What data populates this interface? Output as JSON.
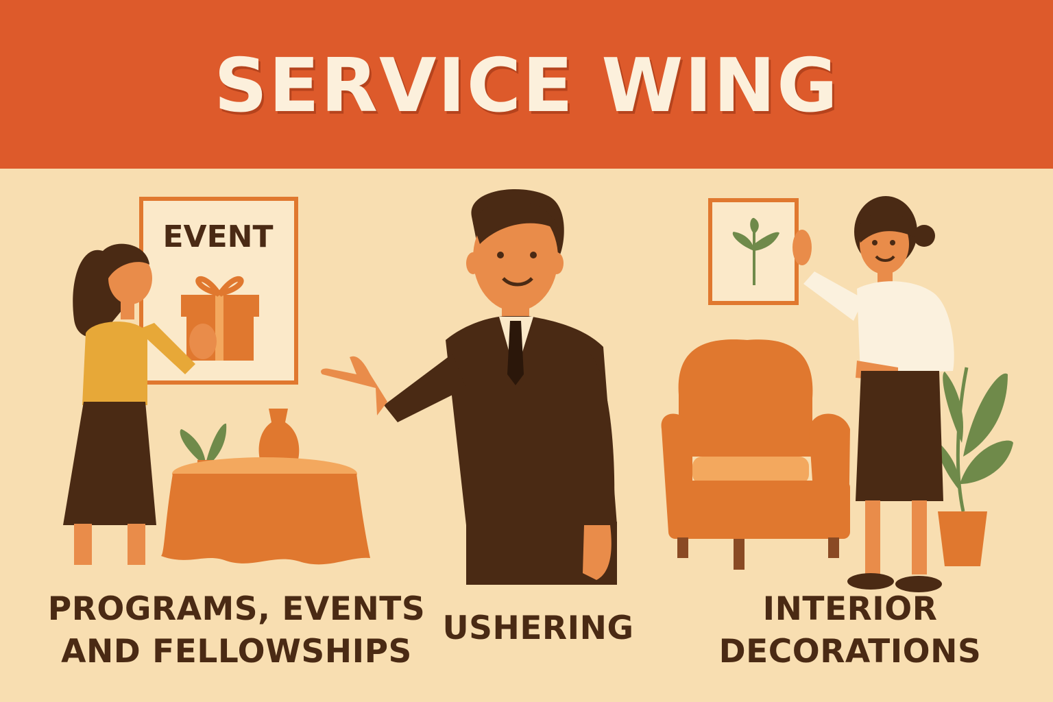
{
  "header": {
    "title": "SERVICE WING"
  },
  "poster": {
    "label": "EVENT"
  },
  "sections": [
    {
      "caption": "PROGRAMS, EVENTS AND FELLOWSHIPS",
      "illustration": "woman-with-event-poster"
    },
    {
      "caption": "USHERING",
      "illustration": "usher-in-suit"
    },
    {
      "caption": "INTERIOR DECORATIONS",
      "illustration": "woman-hanging-picture"
    }
  ],
  "colors": {
    "banner": "#dd5a2b",
    "background": "#f8deb1",
    "accent_orange": "#e0782f",
    "dark_brown": "#4a2a14"
  }
}
